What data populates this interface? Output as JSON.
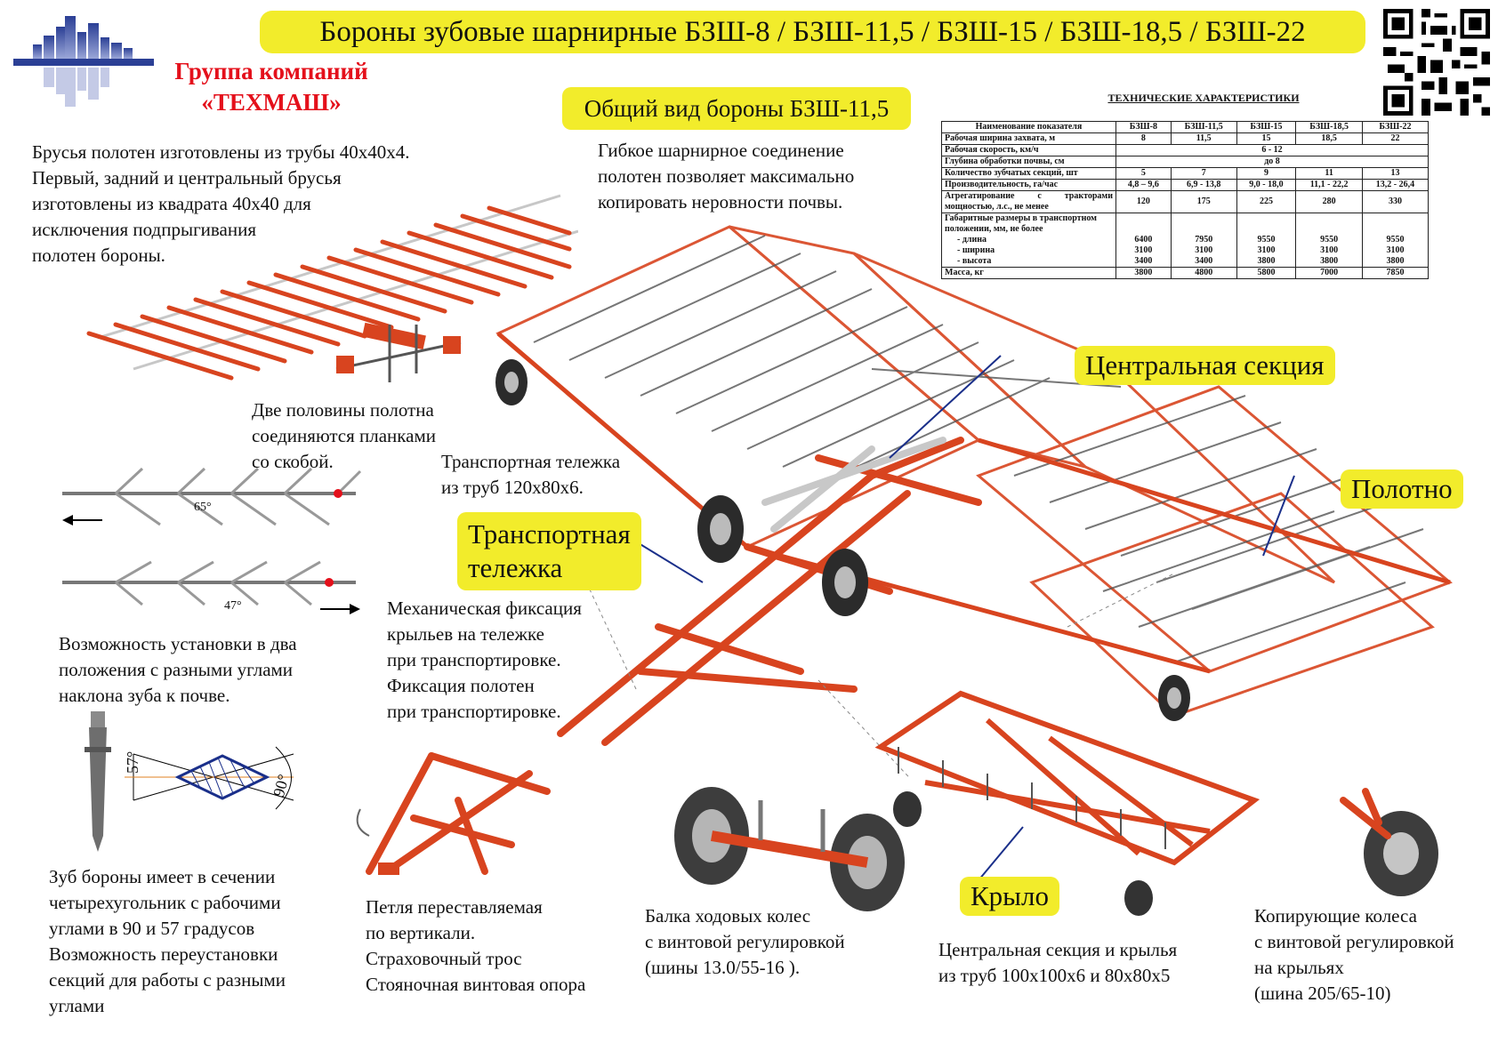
{
  "header": {
    "title": "Бороны зубовые шарнирные БЗШ-8 / БЗШ-11,5 / БЗШ-15 / БЗШ-18,5 / БЗШ-22",
    "subtitle": "Общий вид бороны БЗШ-11,5"
  },
  "logo": {
    "company_line1": "Группа компаний",
    "company_line2": "«ТЕХМАШ»",
    "accent_color": "#e4101b"
  },
  "text_blocks": {
    "beams": [
      "Брусья полотен изготовлены из трубы 40х40х4.",
      "Первый, задний и центральный брусья",
      "изготовлены из квадрата 40х40 для",
      "исключения подпрыгивания",
      "полотен бороны."
    ],
    "flex": [
      "Гибкое шарнирное соединение",
      "полотен позволяет максимально",
      "копировать неровности почвы."
    ],
    "halves": [
      "Две половины полотна",
      "соединяются планками",
      "со скобой."
    ],
    "cart_pipes": [
      "Транспортная тележка",
      "из труб 120х80х6."
    ],
    "two_positions": [
      "Возможность установки в два",
      "положения с разными углами",
      "наклона зуба к почве."
    ],
    "fixation": [
      "Механическая фиксация",
      "крыльев на тележке",
      "при транспортировке.",
      "Фиксация полотен",
      "при транспортировке."
    ],
    "tooth": [
      "Зуб бороны имеет в сечении",
      "четырехугольник с рабочими",
      "углами в 90 и 57 градусов",
      "Возможность переустановки",
      "секций для работы с разными",
      " углами"
    ],
    "hitch": [
      "Петля переставляемая",
      "по вертикали.",
      "Страховочный трос",
      "Стояночная винтовая опора"
    ],
    "axle": [
      "Балка ходовых колес",
      "с винтовой регулировкой",
      "(шины 13.0/55-16 )."
    ],
    "frame_pipes": [
      "Центральная секция и крылья",
      "из труб 100х100х6 и 80х80х5"
    ],
    "copy_wheels": [
      "Копирующие колеса",
      "с винтовой регулировкой",
      "на крыльях",
      "(шина 205/65-10)"
    ]
  },
  "callouts": {
    "central_section": "Центральная секция",
    "canvas": "Полотно",
    "transport_cart": [
      "Транспортная",
      "тележка"
    ],
    "wing": "Крыло"
  },
  "angles": {
    "a65": "65°",
    "a47": "47°",
    "a57": "57°",
    "a90": "90°"
  },
  "specs": {
    "title": "ТЕХНИЧЕСКИЕ ХАРАКТЕРИСТИКИ",
    "header": [
      "Наименование показателя",
      "БЗШ-8",
      "БЗШ-11,5",
      "БЗШ-15",
      "БЗШ-18,5",
      "БЗШ-22"
    ],
    "rows": [
      {
        "label": "Рабочая ширина захвата, м",
        "values": [
          "8",
          "11,5",
          "15",
          "18,5",
          "22"
        ]
      },
      {
        "label": "Рабочая скорость, км/ч",
        "span": "6 - 12"
      },
      {
        "label": "Глубина обработки почвы, см",
        "span": "до 8"
      },
      {
        "label": "Количество зубчатых секций, шт",
        "values": [
          "5",
          "7",
          "9",
          "11",
          "13"
        ]
      },
      {
        "label": "Производительность, га/час",
        "values": [
          "4,8 – 9,6",
          "6,9 - 13,8",
          "9,0 - 18,0",
          "11,1 - 22,2",
          "13,2 - 26,4"
        ]
      },
      {
        "label": "Агрегатирование с тракторами мощностью, л.с., не менее",
        "values": [
          "120",
          "175",
          "225",
          "280",
          "330"
        ]
      },
      {
        "label": "Габаритные размеры в транспортном положении, мм, не более",
        "sub": [
          "- длина",
          "- ширина",
          "- высота"
        ],
        "values": [
          [
            "6400",
            "3100",
            "3400"
          ],
          [
            "7950",
            "3100",
            "3400"
          ],
          [
            "9550",
            "3100",
            "3800"
          ],
          [
            "9550",
            "3100",
            "3800"
          ],
          [
            "9550",
            "3100",
            "3800"
          ]
        ]
      },
      {
        "label": "Масса, кг",
        "values": [
          "3800",
          "4800",
          "5800",
          "7000",
          "7850"
        ]
      }
    ]
  },
  "colors": {
    "highlight": "#f2ec2b",
    "machine": "#d8441f",
    "logo_blue": "#2b3f95"
  }
}
